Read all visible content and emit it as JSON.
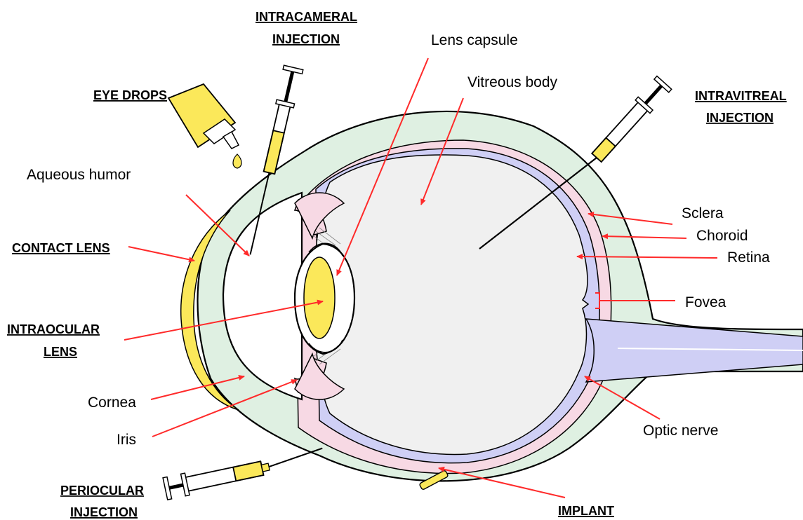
{
  "labels": {
    "aqueous_humor": "Aqueous humor",
    "lens_capsule": "Lens capsule",
    "vitreous_body": "Vitreous body",
    "sclera": "Sclera",
    "choroid": "Choroid",
    "retina": "Retina",
    "fovea": "Fovea",
    "optic_nerve": "Optic nerve",
    "cornea": "Cornea",
    "iris": "Iris"
  },
  "routes": {
    "intracameral_line1": "INTRACAMERAL",
    "intracameral_line2": "INJECTION",
    "eye_drops": "EYE DROPS",
    "intravitreal_line1": "INTRAVITREAL",
    "intravitreal_line2": "INJECTION",
    "contact_lens": "CONTACT LENS",
    "intraocular_line1": "INTRAOCULAR",
    "intraocular_line2": "LENS",
    "periocular_line1": "PERIOCULAR",
    "periocular_line2": "INJECTION",
    "implant": "IMPLANT"
  },
  "colors": {
    "sclera": "#dff0e2",
    "choroid": "#f7d9e4",
    "retina": "#cfcff5",
    "vitreous": "#f0f0f0",
    "yellow": "#fbe85a",
    "arrow": "#ff2a2a"
  }
}
